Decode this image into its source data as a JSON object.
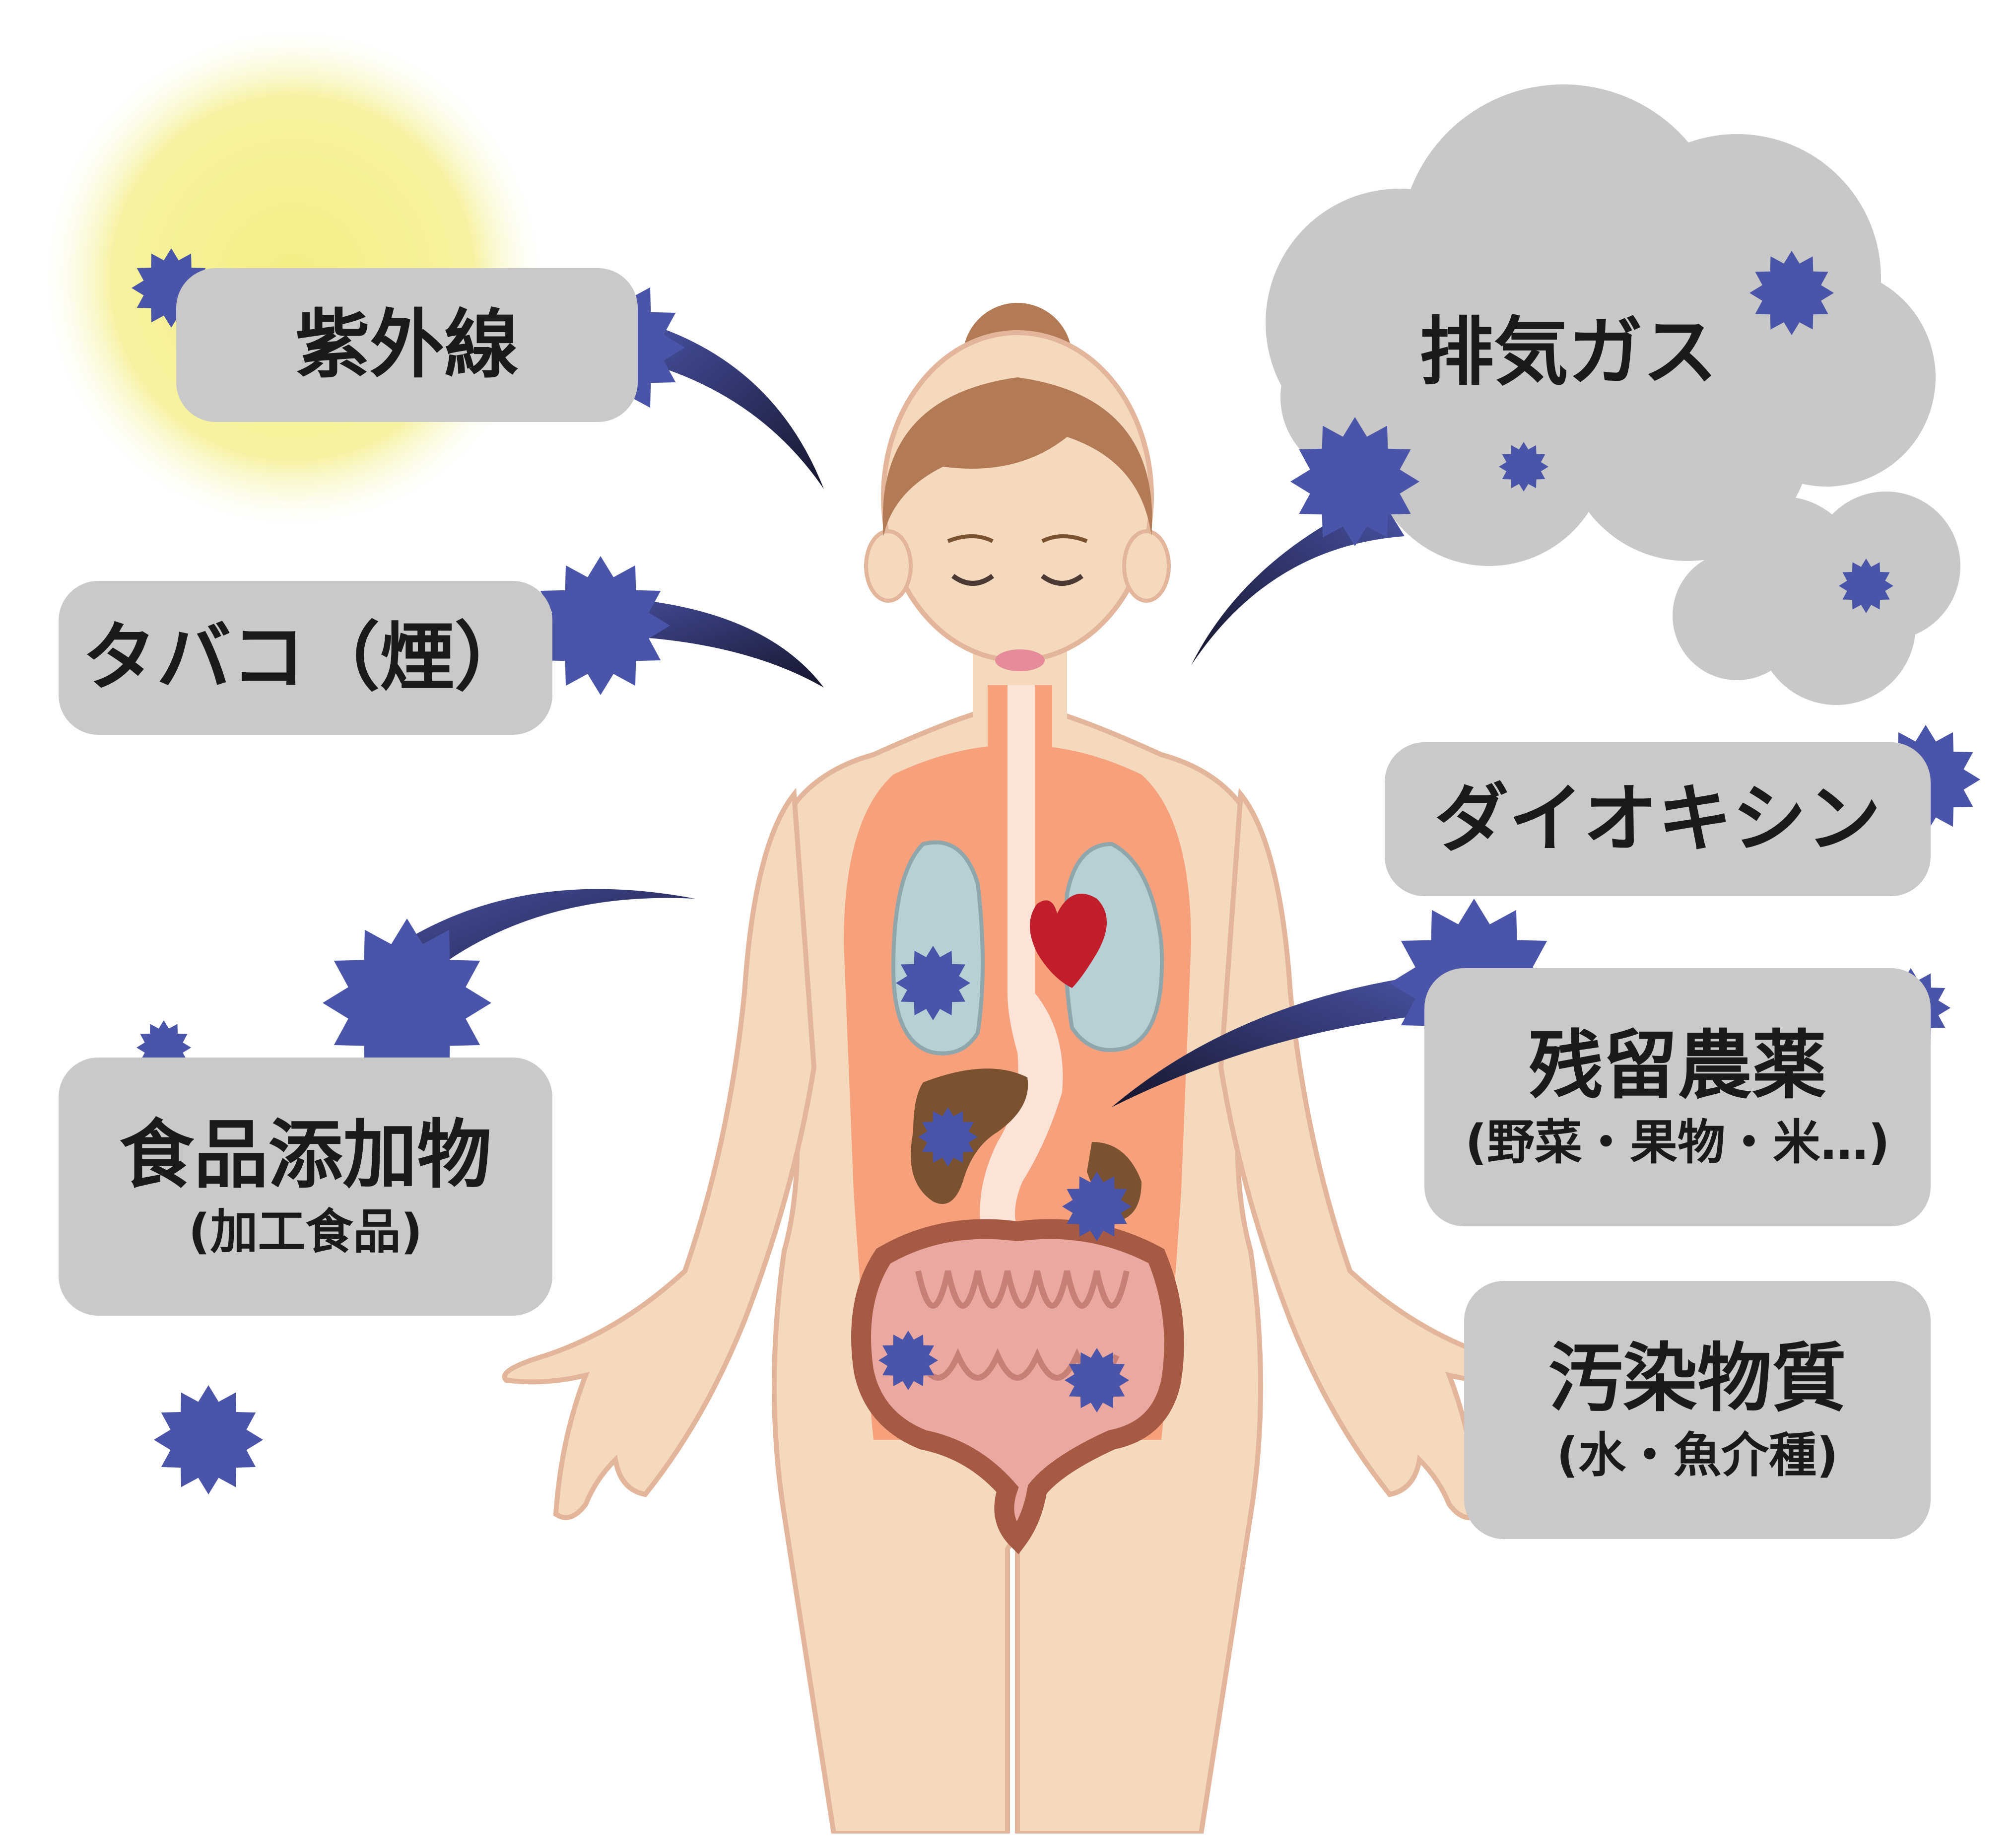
{
  "colors": {
    "toxin": "#4a54a8",
    "stroke_dark": "#1b1b3a",
    "label_bg": "#c9c9c9",
    "smog": "#c8c8c8",
    "sun": "#f5f08a",
    "skin": "#f5d9bc",
    "torso_inner": "#f7a07c",
    "hair": "#b27a55",
    "lungs": "#b9cfd6",
    "heart": "#c11f2b",
    "liver": "#7a5230",
    "intestine_large": "#a65a43",
    "intestine_small": "#eaa8a0"
  },
  "labels": {
    "uv": {
      "title": "紫外線"
    },
    "tobacco": {
      "title": "タバコ（煙）"
    },
    "food_additives": {
      "title": "食品添加物",
      "sub": "(加工食品)"
    },
    "exhaust": {
      "title": "排気ガス"
    },
    "dioxin": {
      "title": "ダイオキシン"
    },
    "pesticide": {
      "title": "残留農薬",
      "sub": "(野菜・果物・米…)"
    },
    "pollutants": {
      "title": "汚染物質",
      "sub": "(水・魚介種)"
    }
  }
}
